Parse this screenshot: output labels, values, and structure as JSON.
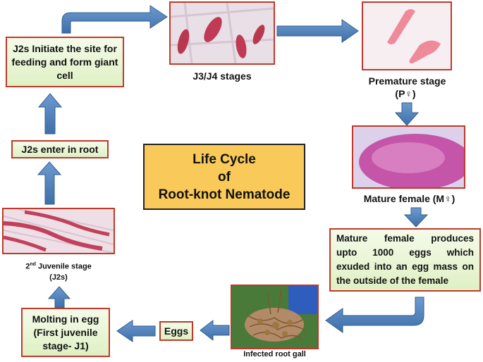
{
  "title": [
    "Life Cycle",
    "of",
    "Root-knot Nematode"
  ],
  "stages": {
    "j2_initiate": "J2s Initiate the site for feeding and form giant cell",
    "j3j4": "J3/J4 stages",
    "premature": "Premature stage",
    "premature_symbol": "(P♀)",
    "mature_female": "Mature female (M♀)",
    "mature_female_desc_lines": [
      "Mature female produces",
      "upto 1000 eggs which",
      "exuded into an egg mass on",
      "the outside of the female"
    ],
    "infected_root_gall": "Infected root gall",
    "eggs": "Eggs",
    "molting_lines": [
      "Molting in egg",
      "(First juvenile",
      "stage- J1)"
    ],
    "second_juvenile_prefix": "2",
    "second_juvenile_sup": "nd",
    "second_juvenile_rest": " Juvenile stage",
    "second_juvenile_abbr": "(J2s)",
    "j2_enter": "J2s enter in root"
  },
  "colors": {
    "arrow": "#4f81bd",
    "arrow_border": "#2f5f8f",
    "box_border": "#c0392b",
    "box_fill": "#e8f5d4",
    "title_fill": "#f9c95a"
  }
}
